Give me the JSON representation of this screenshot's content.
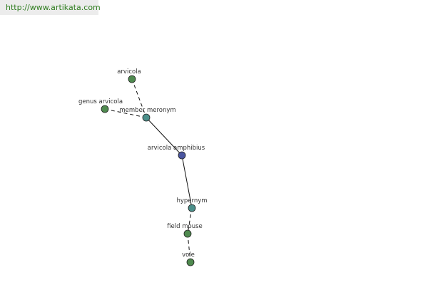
{
  "header": {
    "url": "http://www.artikata.com"
  },
  "graph": {
    "colors": {
      "leaf": "#4f8a4f",
      "relation": "#4b8f8a",
      "center": "#4a55a0",
      "edge": "#111111"
    },
    "nodes": [
      {
        "id": "arvicola",
        "label": "arvicola",
        "kind": "leaf"
      },
      {
        "id": "genus-arvicola",
        "label": "genus arvicola",
        "kind": "leaf"
      },
      {
        "id": "member-meronym",
        "label": "member meronym",
        "kind": "relation"
      },
      {
        "id": "arvicola-amphibius",
        "label": "arvicola amphibius",
        "kind": "center"
      },
      {
        "id": "hypernym",
        "label": "hypernym",
        "kind": "relation"
      },
      {
        "id": "field-mouse",
        "label": "field mouse",
        "kind": "leaf"
      },
      {
        "id": "vole",
        "label": "vole",
        "kind": "leaf"
      }
    ],
    "edges": [
      {
        "from": "arvicola",
        "to": "member-meronym",
        "style": "dashed"
      },
      {
        "from": "genus-arvicola",
        "to": "member-meronym",
        "style": "dashed"
      },
      {
        "from": "member-meronym",
        "to": "arvicola-amphibius",
        "style": "solid"
      },
      {
        "from": "arvicola-amphibius",
        "to": "hypernym",
        "style": "solid"
      },
      {
        "from": "hypernym",
        "to": "field-mouse",
        "style": "dashed"
      },
      {
        "from": "field-mouse",
        "to": "vole",
        "style": "dashed"
      }
    ]
  }
}
